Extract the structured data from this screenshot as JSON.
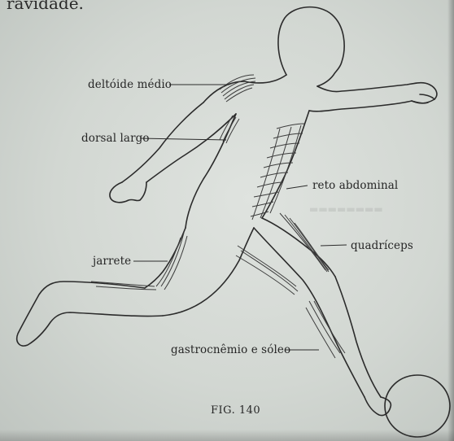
{
  "header_fragment": "ravidade.",
  "labels": {
    "deltoide": "deltóide médio",
    "dorsal": "dorsal largo",
    "reto": "reto abdominal",
    "quadriceps": "quadríceps",
    "jarrete": "jarrete",
    "gastrocnemio": "gastrocnêmio e sóleo"
  },
  "caption": "FIG. 140",
  "colors": {
    "paper": "#d6dbd6",
    "ink": "#262626",
    "muscle": "#4a4a4a"
  }
}
